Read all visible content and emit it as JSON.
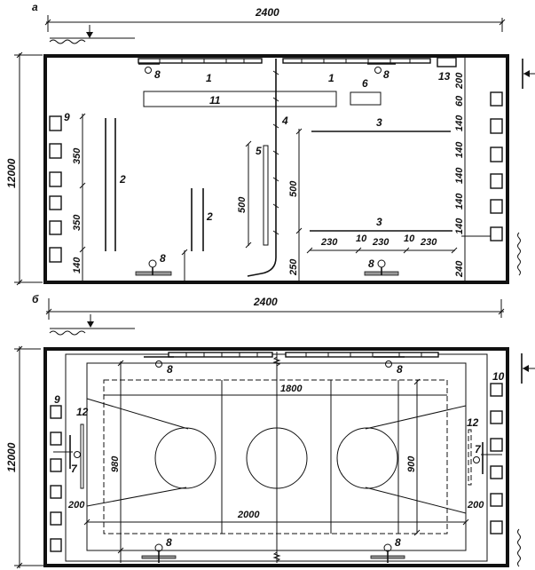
{
  "plan_a": {
    "label": "а",
    "width_dim": "2400",
    "height_dim": "12000",
    "items": {
      "wall_bars": "1",
      "beams": "2",
      "parallel_bars": "3",
      "rope": "4",
      "balance_beam": "5",
      "vaulting_horse": "6",
      "lamp": "8",
      "bench": "9",
      "gym_bench": "11",
      "cabinet": "13"
    },
    "left_dims": [
      "350",
      "350",
      "140"
    ],
    "mid_dims": [
      "500",
      "500",
      "250"
    ],
    "bottom_dims": [
      "230",
      "10",
      "230",
      "10",
      "230"
    ],
    "right_dims": [
      "200",
      "60",
      "140",
      "140",
      "140",
      "140",
      "140",
      "240"
    ]
  },
  "plan_b": {
    "label": "б",
    "width_dim": "2400",
    "height_dim": "12000",
    "court_inner_width": "1800",
    "court_outer_width": "2000",
    "court_left_depth": "980",
    "court_right_depth": "900",
    "margin_left": "200",
    "margin_right": "200",
    "items": {
      "lamp": "8",
      "bench": "9",
      "basket": "7",
      "shield": "12",
      "radiator": "10"
    }
  }
}
